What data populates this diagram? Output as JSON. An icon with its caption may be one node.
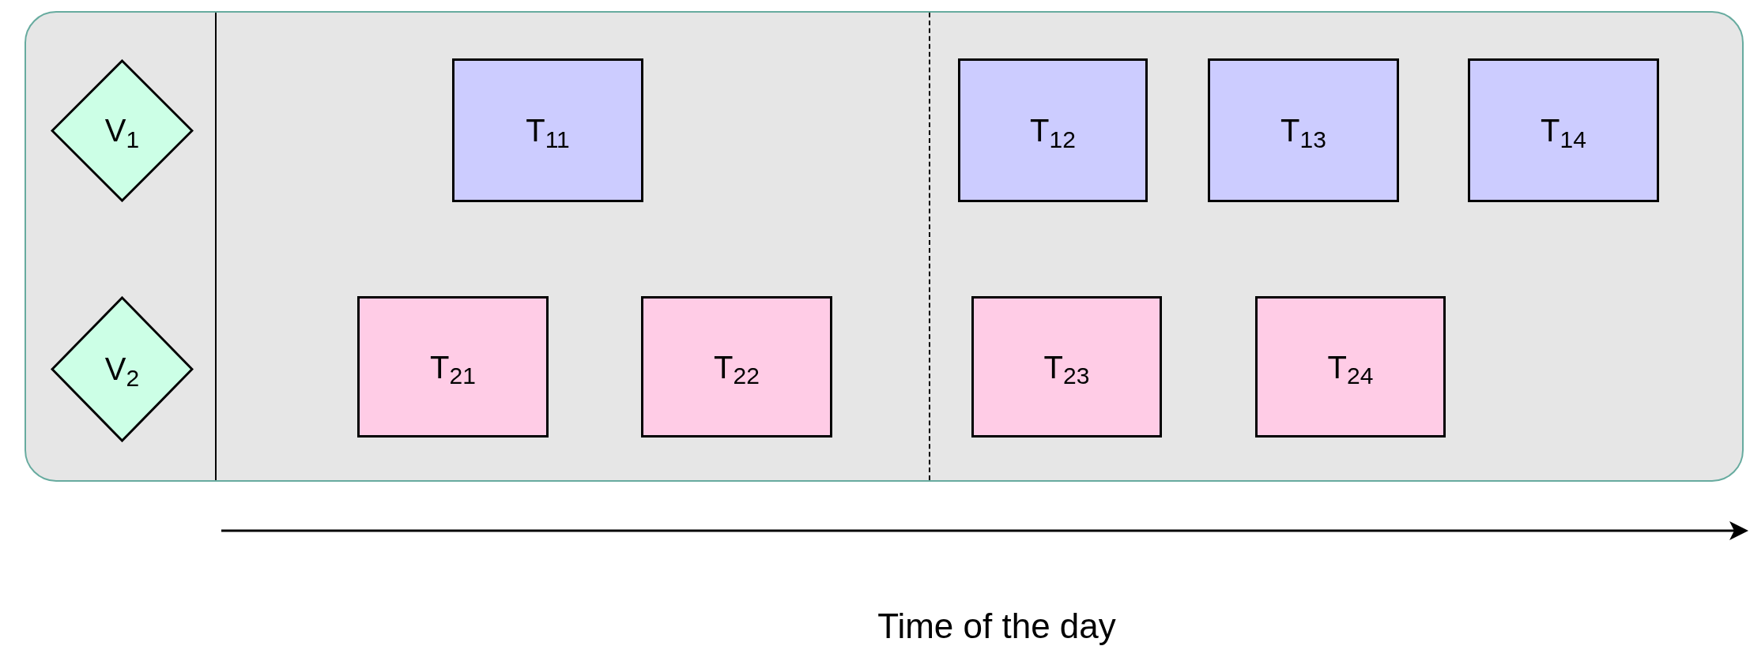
{
  "diagram": {
    "nodes": [
      {
        "text": [],
        "shape": "box"
      },
      {
        "text": [
          "V$_{1}$"
        ],
        "in": 0
      },
      {
        "text": [
          "V$_{2}$"
        ],
        "in": 0
      },
      {
        "text": [
          "T$_{11}$"
        ],
        "in": 0
      },
      {
        "text": [
          "T$_{12}$"
        ],
        "in": 0
      },
      {
        "text": [
          "T$_{13}$"
        ],
        "in": 0
      },
      {
        "text": [
          "T$_{14}$"
        ],
        "in": 0
      },
      {
        "text": [
          "T$_{21}$"
        ],
        "in": 0
      },
      {
        "text": [
          "T$_{22}$"
        ],
        "in": 0
      },
      {
        "text": [
          "T$_{23}$"
        ],
        "in": 0
      },
      {
        "text": [
          "T$_{24}$"
        ],
        "in": 0
      }
    ],
    "labels": [
      "Time of the day"
    ]
  }
}
